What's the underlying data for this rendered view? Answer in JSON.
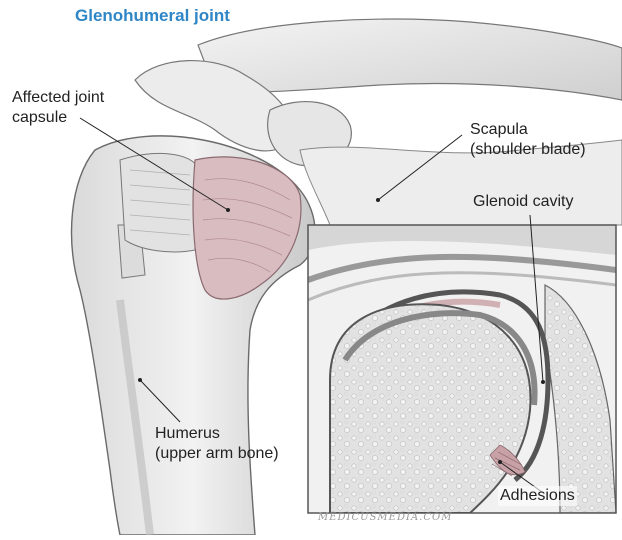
{
  "title": "Glenohumeral joint",
  "labels": {
    "affected_capsule": [
      "Affected joint",
      "capsule"
    ],
    "scapula": [
      "Scapula",
      "(shoulder blade)"
    ],
    "glenoid_cavity": "Glenoid cavity",
    "humerus": [
      "Humerus",
      "(upper arm bone)"
    ],
    "adhesions": "Adhesions"
  },
  "watermark": "MEDICUSMEDIA.COM",
  "colors": {
    "title": "#2f86c6",
    "bone_fill": "#e9e9e9",
    "bone_shadow": "#c9c9c9",
    "capsule_tint": "#c9a0a5",
    "outline": "#6a6a6a",
    "inset_border": "#555555"
  }
}
